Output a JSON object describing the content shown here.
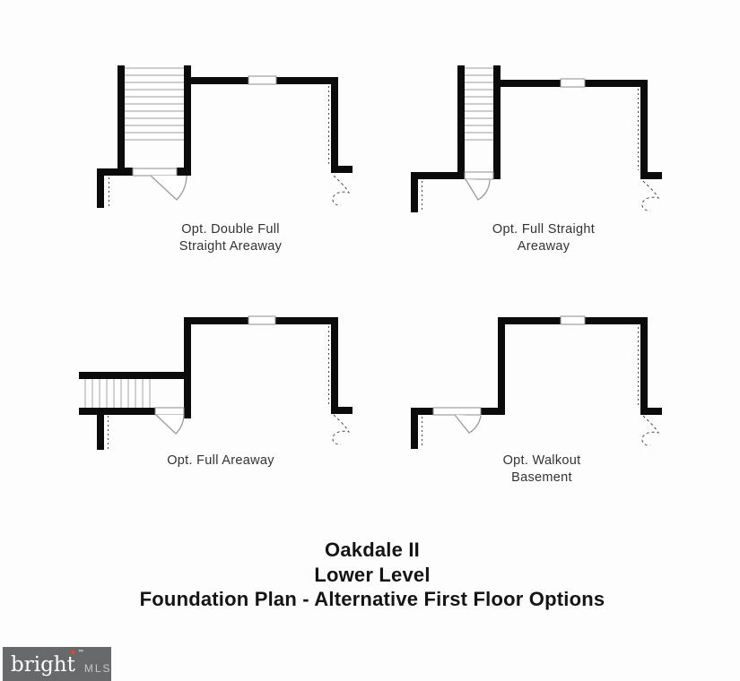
{
  "sheet": {
    "background": "#fdfdfd"
  },
  "plans": [
    {
      "id": "double-full-straight-areaway",
      "label_line1": "Opt. Double Full",
      "label_line2": "Straight Areaway"
    },
    {
      "id": "full-straight-areaway",
      "label_line1": "Opt. Full Straight",
      "label_line2": "Areaway"
    },
    {
      "id": "full-areaway",
      "label_line1": "Opt. Full Areaway",
      "label_line2": ""
    },
    {
      "id": "walkout-basement",
      "label_line1": "Opt. Walkout",
      "label_line2": "Basement"
    }
  ],
  "title": {
    "line1": "Oakdale II",
    "line2": "Lower Level",
    "line3": "Foundation Plan - Alternative First Floor Options"
  },
  "logo": {
    "brand": "bright",
    "suffix": "MLS",
    "trademark": "™",
    "star": "✦",
    "background": "#67696b",
    "brand_color": "#ffffff",
    "suffix_color": "#c4c6c8",
    "star_color": "#e2492f"
  },
  "drawing": {
    "wall_color": "#0b0b0b",
    "stair_tread_color": "#b3b3b3",
    "dashed_line_color": "#4a4a4a",
    "door_line_color": "#9a9a9a"
  }
}
